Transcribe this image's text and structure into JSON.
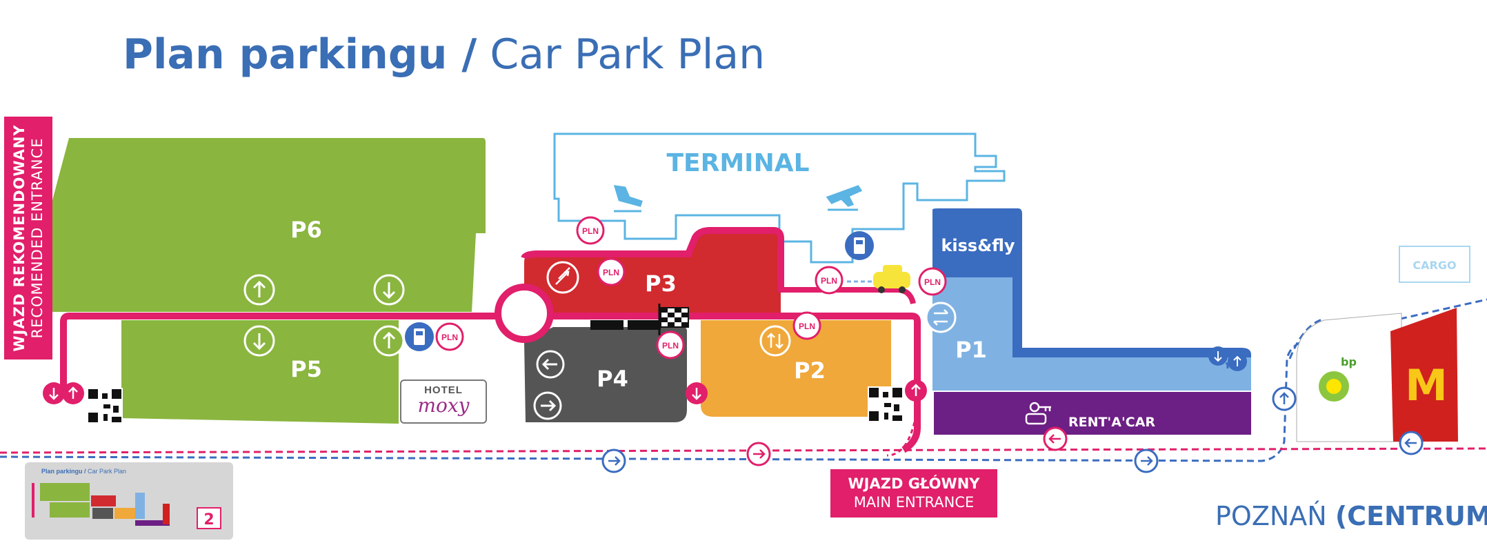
{
  "title": {
    "bold": "Plan parkingu /",
    "regular": "Car Park Plan"
  },
  "entrances": {
    "recommended": {
      "line1": "WJAZD REKOMENDOWANY",
      "line2": "RECOMENDED ENTRANCE"
    },
    "main": {
      "line1": "WJAZD GŁÓWNY",
      "line2": "MAIN ENTRANCE"
    }
  },
  "terminal": "TERMINAL",
  "kissfly": "kiss&fly",
  "rentacar": "RENT'A'CAR",
  "cargo": "CARGO",
  "hotel": {
    "name": "HOTEL",
    "brand": "moxy"
  },
  "direction": {
    "city": "POZNAŃ",
    "suffix": "(CENTRUM)"
  },
  "parkings": [
    "P6",
    "P5",
    "P3",
    "P4",
    "P2",
    "P1"
  ],
  "pay_badge": "PLN",
  "bp_logo": "bp",
  "thumbnail": {
    "title_bold": "Plan parkingu /",
    "title_regular": "Car Park Plan",
    "page": "2"
  },
  "colors": {
    "p6p5": "#8ab53f",
    "p3": "#d12a2f",
    "p4": "#555555",
    "p2": "#f0a83a",
    "p1": "#7fb2e3",
    "kissfly": "#3a6cc0",
    "rentacar": "#6c1f84",
    "road": "#e11f6a",
    "terminal": "#5bb4e3",
    "title": "#3a6eb5"
  }
}
